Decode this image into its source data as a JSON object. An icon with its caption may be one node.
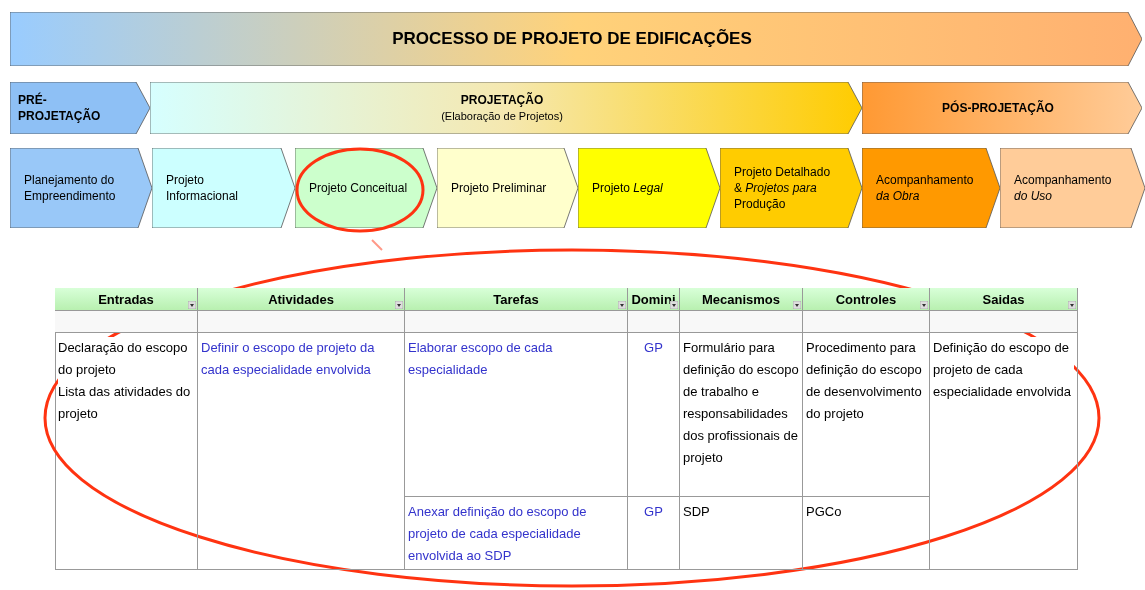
{
  "diagram": {
    "nodes": [
      {
        "text": [
          "PROCESSO DE PROJETO DE EDIFICAÇÕES"
        ]
      },
      {
        "text": [
          "PRÉ-PROJETAÇÃO"
        ]
      },
      {
        "text": [
          "PROJETAÇÃO",
          "(Elaboração de Projetos)"
        ]
      },
      {
        "text": [
          "PÓS-PROJETAÇÃO"
        ]
      },
      {
        "text": [
          "Planejamento do Empreendimento"
        ]
      },
      {
        "text": [
          "Projeto Informacional"
        ]
      },
      {
        "text": [
          "Projeto Conceitual"
        ]
      },
      {
        "text": [
          "Projeto Preliminar"
        ]
      },
      {
        "text": [
          "Projeto *Legal*"
        ]
      },
      {
        "text": [
          "Projeto Detalhado & *Projetos para* Produção"
        ]
      },
      {
        "text": [
          "Acompanhamento *da Obra*"
        ]
      },
      {
        "text": [
          "Acompanhamento *do Uso*"
        ]
      }
    ],
    "labels": [
      "Entradas",
      "Atividades",
      "Tarefas",
      "Domini",
      "Mecanismos",
      "Controles",
      "Saidas",
      "Declaração do escopo do projeto",
      "Lista das atividades do projeto",
      "Definir o escopo de projeto da cada especialidade envolvida",
      "Elaborar escopo de cada especialidade",
      "GP",
      "Formulário para definição do escopo de trabalho e responsabilidades dos profissionais de projeto",
      "Procedimento para definição do escopo de desenvolvimento do projeto",
      "Definição do escopo de projeto de cada especialidade envolvida",
      "Anexar definição do escopo de projeto de cada especialidade envolvida ao SDP",
      "GP",
      "SDP",
      "PGCo"
    ]
  }
}
